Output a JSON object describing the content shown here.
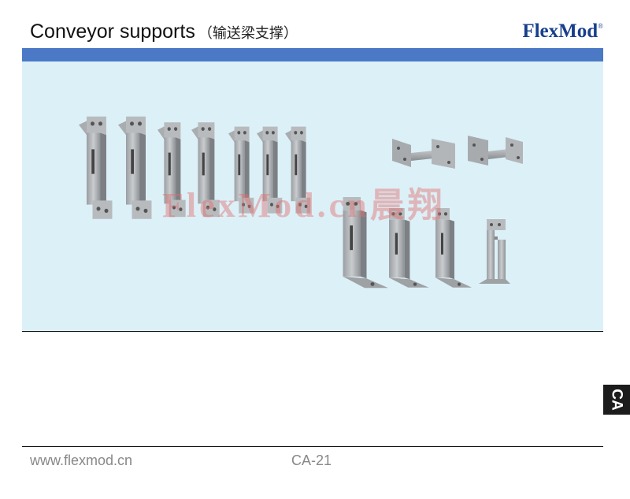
{
  "header": {
    "title": "Conveyor supports",
    "subtitle": "（输送梁支撑）",
    "brand": "FlexMod",
    "brand_mark": "®"
  },
  "image": {
    "watermark": "FlexMod.cn晨翔"
  },
  "footer": {
    "url": "www.flexmod.cn",
    "page": "CA-21"
  },
  "side_tab": {
    "label": "CA"
  },
  "colors": {
    "header_bar": "#4b79c6",
    "panel_bg": "#dcf0f7",
    "brand": "#173f8c"
  }
}
